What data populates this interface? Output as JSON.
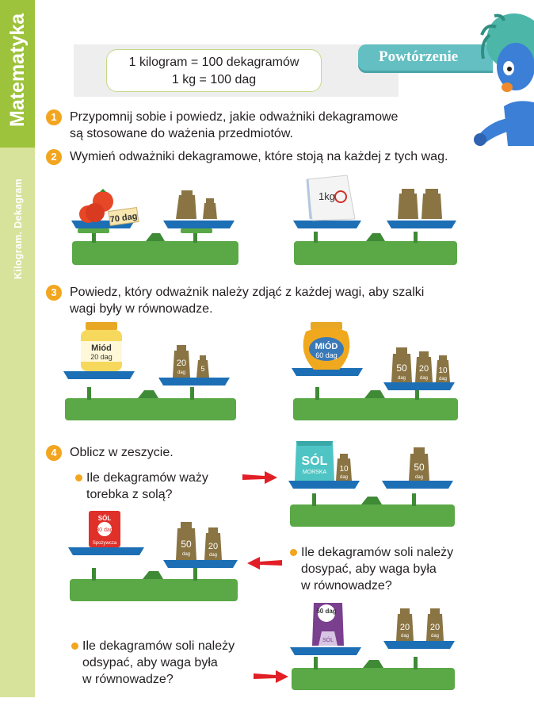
{
  "sidebar": {
    "subject": "Matematyka",
    "topic": "Kilogram. Dekagram"
  },
  "header": {
    "formula_line1": "1 kilogram = 100 dekagramów",
    "formula_line2": "1 kg = 100 dag",
    "review_label": "Powtórzenie"
  },
  "tasks": [
    {
      "number": "1",
      "line1": "Przypomnij sobie i powiedz, jakie odważniki dekagramowe",
      "line2": "są stosowane do ważenia przedmiotów."
    },
    {
      "number": "2",
      "line1": "Wymień odważniki dekagramowe, które stoją na każdej z tych wag."
    },
    {
      "number": "3",
      "line1": "Powiedz, który odważnik należy zdjąć z każdej wagi, aby szalki",
      "line2": "wagi były w równowadze."
    },
    {
      "number": "4",
      "line1": "Oblicz w zeszycie."
    }
  ],
  "questions": [
    {
      "line1": "Ile dekagramów waży",
      "line2": "torebka z solą?"
    },
    {
      "line1": "Ile dekagramów soli należy",
      "line2": "dosypać, aby waga była",
      "line3": "w równowadze?"
    },
    {
      "line1": "Ile dekagramów soli należy",
      "line2": "odsypać, aby waga była",
      "line3": "w równowadze?"
    }
  ],
  "labels": {
    "tomato_tag": "70 dag",
    "sugar_box": "1kg",
    "honey1_name": "Miód",
    "honey1_weight": "20 dag",
    "honey2_name": "MIÓD",
    "honey2_weight": "60 dag",
    "salt1_name": "SÓL",
    "salt1_sub": "MORSKA",
    "salt2_name": "SÓL",
    "salt2_weight": "30 dag",
    "salt2_sub": "Spożywcza",
    "salt3_weight": "60 dag",
    "salt3_name": "SÓL",
    "w10": "10",
    "w20": "20",
    "w50": "50",
    "w5": "5",
    "unit": "dag"
  },
  "colors": {
    "scale_green": "#5aa846",
    "pan_blue": "#1d6fb5",
    "weight_brown": "#8a7443",
    "arrow_red": "#e21f26",
    "accent_orange": "#f2a51f"
  }
}
